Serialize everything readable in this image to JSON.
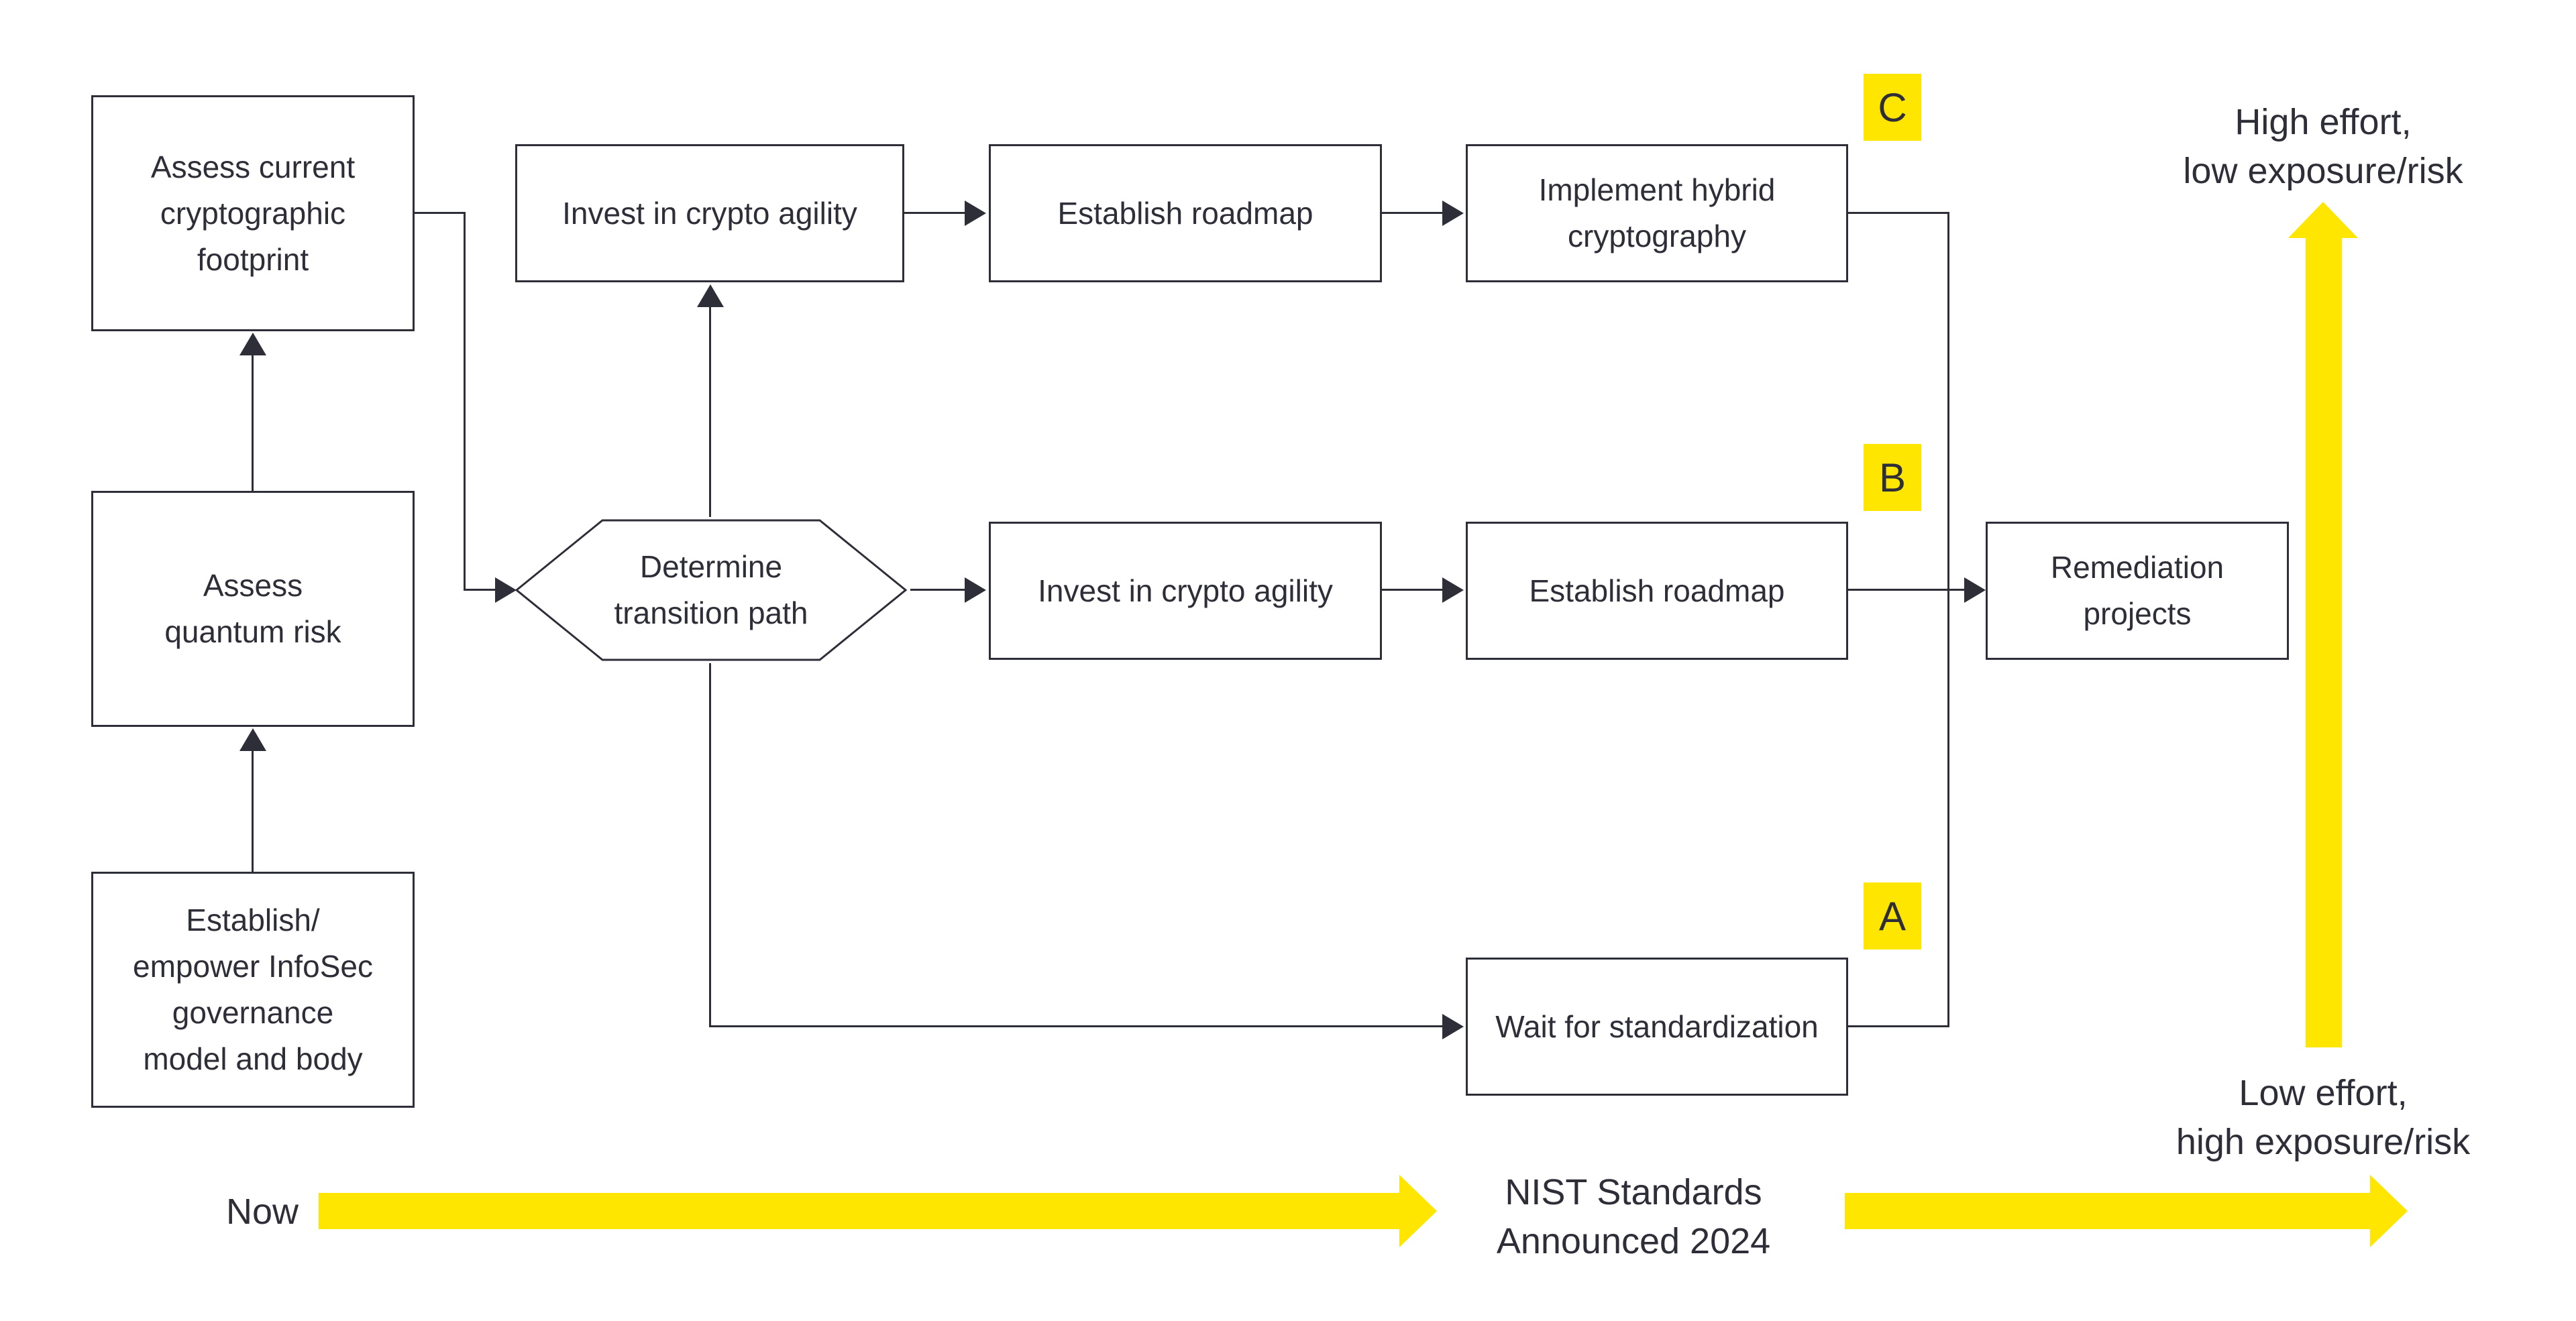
{
  "palette": {
    "yellow": "#FFE600",
    "ink": "#2E2E38"
  },
  "nodes": {
    "assess_footprint": "Assess current\ncryptographic\nfootprint",
    "assess_quantum": "Assess\nquantum risk",
    "governance": "Establish/\nempower InfoSec\ngovernance\nmodel and body",
    "decision": "Determine\ntransition path",
    "invest_top": "Invest in crypto agility",
    "roadmap_top": "Establish roadmap",
    "implement_hybrid": "Implement hybrid\ncryptography",
    "invest_mid": "Invest in crypto agility",
    "roadmap_mid": "Establish roadmap",
    "remediation": "Remediation\nprojects",
    "wait": "Wait for standardization"
  },
  "path_tags": {
    "a": "A",
    "b": "B",
    "c": "C"
  },
  "timeline": {
    "now": "Now",
    "milestone": "NIST Standards\nAnnounced 2024"
  },
  "effort_axis": {
    "high": "High effort,\nlow exposure/risk",
    "low": "Low effort,\nhigh exposure/risk"
  }
}
